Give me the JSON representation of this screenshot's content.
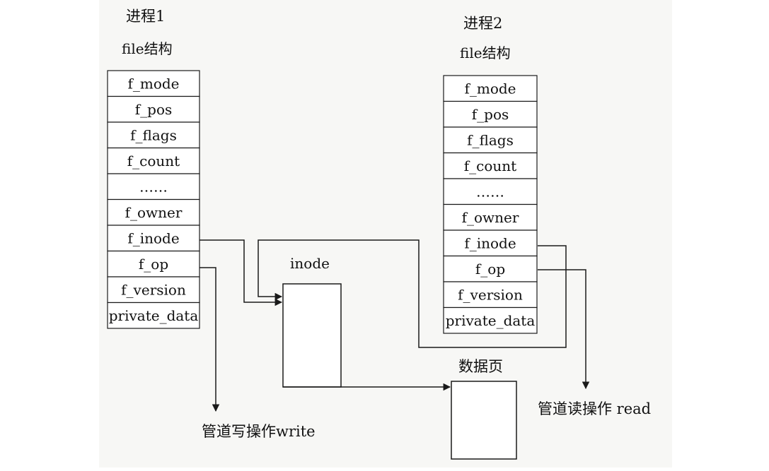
{
  "process1": {
    "title": "进程1",
    "struct_label": "file结构",
    "fields": [
      "f_mode",
      "f_pos",
      "f_flags",
      "f_count",
      "……",
      "f_owner",
      "f_inode",
      "f_op",
      "f_version",
      "private_data"
    ]
  },
  "process2": {
    "title": "进程2",
    "struct_label": "file结构",
    "fields": [
      "f_mode",
      "f_pos",
      "f_flags",
      "f_count",
      "……",
      "f_owner",
      "f_inode",
      "f_op",
      "f_version",
      "private_data"
    ]
  },
  "inode_label": "inode",
  "data_page_label": "数据页",
  "write_label": "管道写操作write",
  "read_label": "管道读操作 read",
  "colors": {
    "line": "#1a1a1a",
    "background": "#ffffff",
    "panel": "#f7f7f5"
  }
}
